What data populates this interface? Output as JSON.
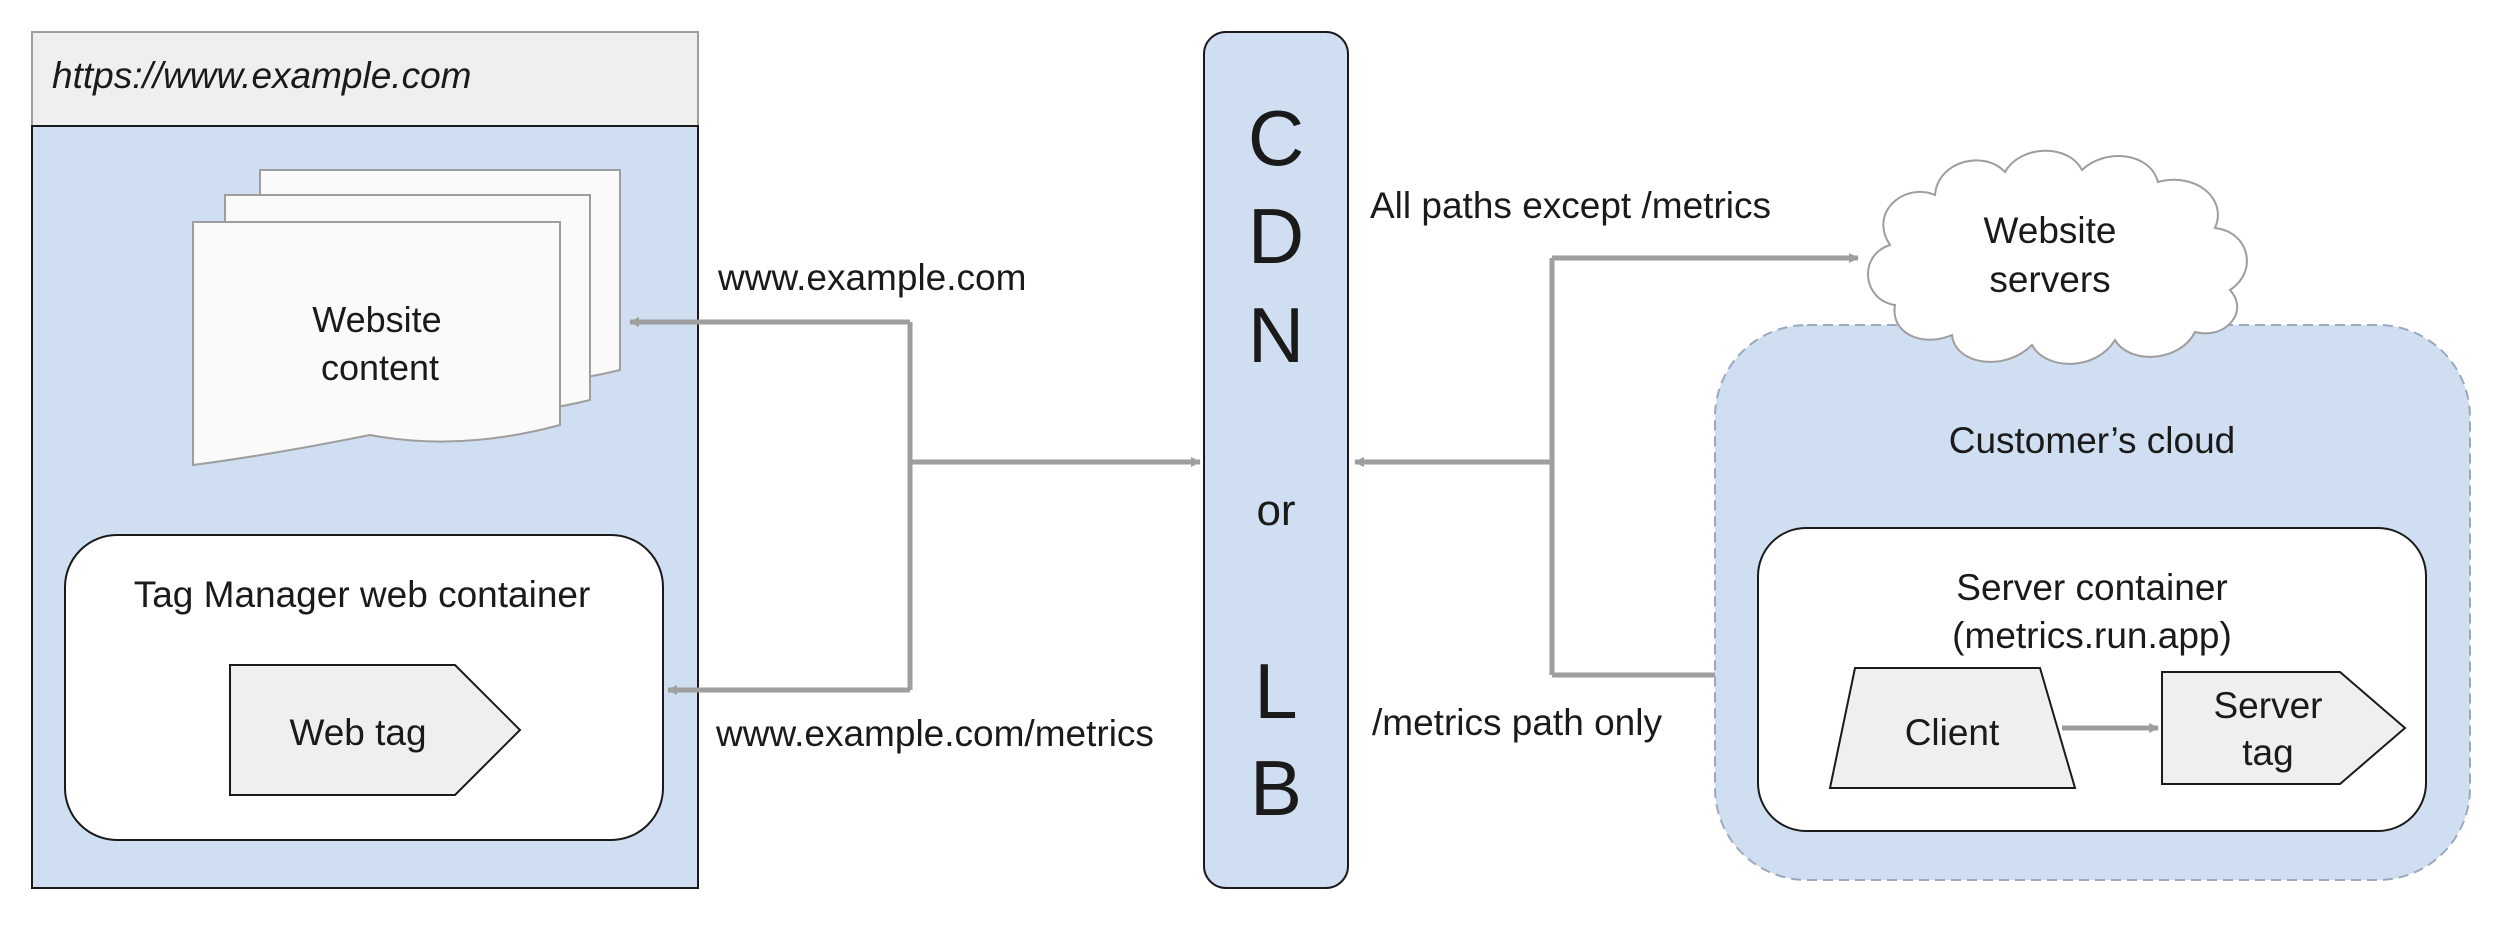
{
  "browser": {
    "url": "https://www.example.com"
  },
  "website_content": {
    "line1": "Website",
    "line2": "content"
  },
  "web_container": {
    "title": "Tag Manager web container",
    "tag_label": "Web tag"
  },
  "cdn": {
    "letters": [
      "C",
      "D",
      "N",
      "or",
      "L",
      "B"
    ]
  },
  "edges": {
    "to_content": "www.example.com",
    "to_metrics": "www.example.com/metrics",
    "all_paths": "All paths except /metrics",
    "metrics_only": "/metrics path only"
  },
  "website_servers": {
    "line1": "Website",
    "line2": "servers"
  },
  "customer_cloud": {
    "title": "Customer’s cloud",
    "server_container_line1": "Server container",
    "server_container_line2": "(metrics.run.app)",
    "client_label": "Client",
    "server_tag_line1": "Server",
    "server_tag_line2": "tag"
  },
  "colors": {
    "panel_blue": "#cfdff1",
    "arrow_gray": "#9e9e9e",
    "tag_fill": "#efefef"
  }
}
